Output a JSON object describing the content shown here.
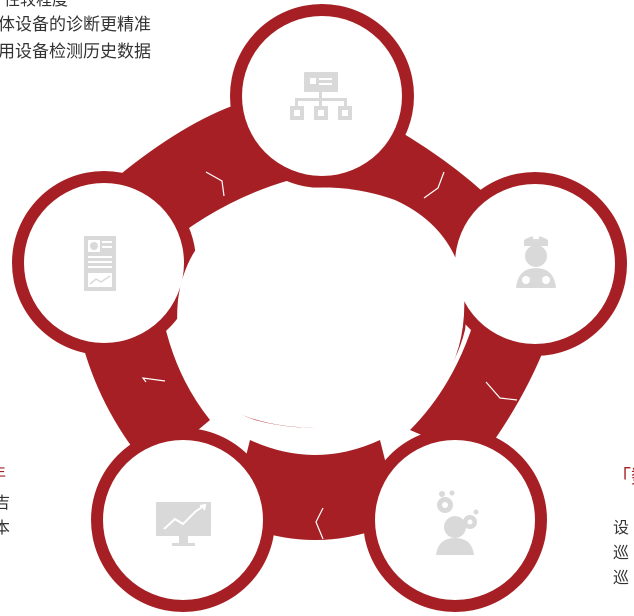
{
  "top_left_text": {
    "line1": "性较程度",
    "line2": "体设备的诊断更精准",
    "line3": "用设备检测历史数据"
  },
  "left_fragments": {
    "heading": "年",
    "line1": "吉",
    "line2": "本"
  },
  "right_fragments": {
    "heading": "「数",
    "line1": "设",
    "line2": "巡",
    "line3": "巡"
  },
  "colors": {
    "ring": "#a51f24",
    "circle_fill": "#ffffff",
    "icon": "#d9d9d9",
    "text": "#333333",
    "accent_text": "#a51f24"
  },
  "nodes": [
    {
      "name": "org-chart-icon"
    },
    {
      "name": "doctor-icon"
    },
    {
      "name": "team-settings-icon"
    },
    {
      "name": "monitor-chart-icon"
    },
    {
      "name": "report-document-icon"
    }
  ]
}
